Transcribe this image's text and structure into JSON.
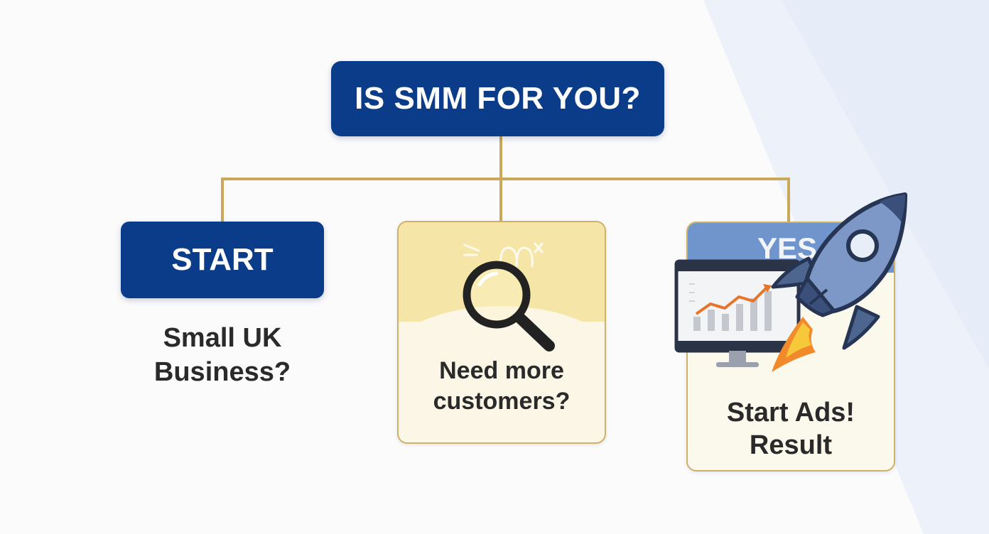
{
  "diagram": {
    "title": "IS SMM FOR YOU?",
    "start": {
      "label": "START",
      "question": "Small UK Business?"
    },
    "middle": {
      "question": "Need more customers?",
      "icon": "magnifying-glass-icon"
    },
    "result": {
      "header": "YES",
      "text": "Start Ads! Result",
      "icons": [
        "chart-monitor-icon",
        "rocket-icon"
      ]
    }
  },
  "colors": {
    "navy": "#0b3c8a",
    "gold_line": "#c9a959",
    "card_yellow": "#f5e6a8",
    "yes_blue": "#6f95cc"
  }
}
